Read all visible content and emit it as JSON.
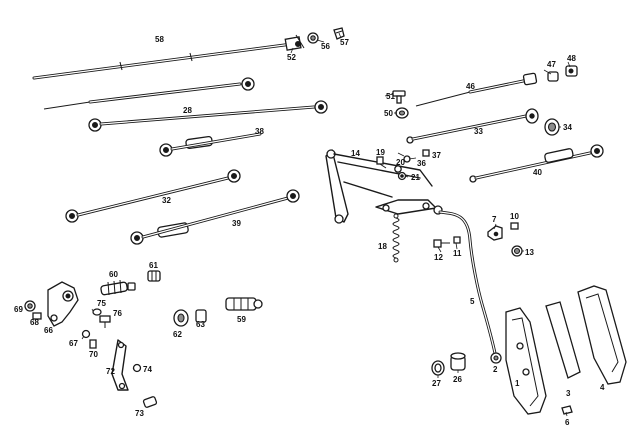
{
  "callouts": [
    {
      "id": "58",
      "text": "58"
    },
    {
      "id": "52",
      "text": "52"
    },
    {
      "id": "56",
      "text": "56"
    },
    {
      "id": "57",
      "text": "57"
    },
    {
      "id": "28",
      "text": "28"
    },
    {
      "id": "38",
      "text": "38"
    },
    {
      "id": "32",
      "text": "32"
    },
    {
      "id": "39",
      "text": "39"
    },
    {
      "id": "46",
      "text": "46"
    },
    {
      "id": "47",
      "text": "47"
    },
    {
      "id": "48",
      "text": "48"
    },
    {
      "id": "51",
      "text": "51"
    },
    {
      "id": "50",
      "text": "50"
    },
    {
      "id": "33",
      "text": "33"
    },
    {
      "id": "34",
      "text": "34"
    },
    {
      "id": "14",
      "text": "14"
    },
    {
      "id": "19",
      "text": "19"
    },
    {
      "id": "20",
      "text": "20"
    },
    {
      "id": "36",
      "text": "36"
    },
    {
      "id": "37",
      "text": "37"
    },
    {
      "id": "21",
      "text": "21"
    },
    {
      "id": "40",
      "text": "40"
    },
    {
      "id": "7",
      "text": "7"
    },
    {
      "id": "10",
      "text": "10"
    },
    {
      "id": "13",
      "text": "13"
    },
    {
      "id": "18",
      "text": "18"
    },
    {
      "id": "12",
      "text": "12"
    },
    {
      "id": "11",
      "text": "11"
    },
    {
      "id": "60",
      "text": "60"
    },
    {
      "id": "61",
      "text": "61"
    },
    {
      "id": "69",
      "text": "69"
    },
    {
      "id": "68",
      "text": "68"
    },
    {
      "id": "75",
      "text": "75"
    },
    {
      "id": "76",
      "text": "76"
    },
    {
      "id": "66",
      "text": "66"
    },
    {
      "id": "67",
      "text": "67"
    },
    {
      "id": "70",
      "text": "70"
    },
    {
      "id": "62",
      "text": "62"
    },
    {
      "id": "63",
      "text": "63"
    },
    {
      "id": "59",
      "text": "59"
    },
    {
      "id": "5",
      "text": "5"
    },
    {
      "id": "72",
      "text": "72"
    },
    {
      "id": "74",
      "text": "74"
    },
    {
      "id": "73",
      "text": "73"
    },
    {
      "id": "27",
      "text": "27"
    },
    {
      "id": "26",
      "text": "26"
    },
    {
      "id": "2",
      "text": "2"
    },
    {
      "id": "1",
      "text": "1"
    },
    {
      "id": "3",
      "text": "3"
    },
    {
      "id": "4",
      "text": "4"
    },
    {
      "id": "6",
      "text": "6"
    }
  ]
}
